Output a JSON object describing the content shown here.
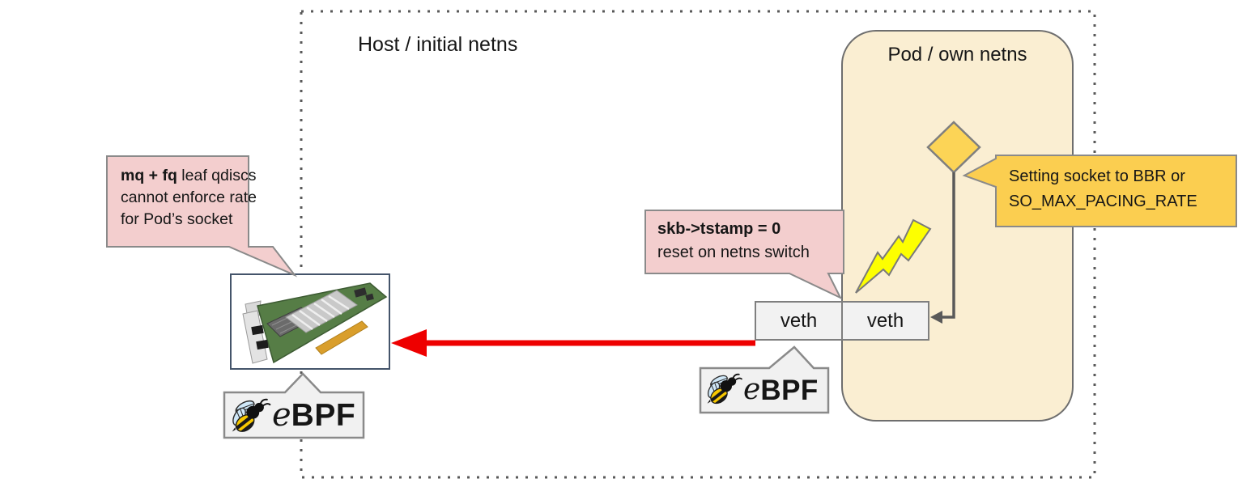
{
  "host": {
    "label": "Host / initial netns"
  },
  "pod": {
    "label": "Pod / own netns"
  },
  "veth_host": {
    "label": "veth"
  },
  "veth_pod": {
    "label": "veth"
  },
  "callout_qdisc": {
    "bold": "mq + fq",
    "rest": " leaf qdiscs",
    "line2": "cannot enforce rate",
    "line3": "for Pod’s socket"
  },
  "callout_tstamp": {
    "bold": "skb->tstamp = 0",
    "line2": "reset on netns switch"
  },
  "callout_pacing": {
    "line1": "Setting socket to BBR or",
    "line2": "SO_MAX_PACING_RATE"
  },
  "ebpf": {
    "e": "e",
    "bpf": "BPF"
  },
  "colors": {
    "pod_fill": "#FAEED2",
    "pod_border": "#6E6E6E",
    "gold_fill": "#FBCE50",
    "pink_fill": "#F3CECE",
    "callout_border": "#8A8A8A",
    "lightning_yellow": "#FDFF00",
    "packet_arrow_red": "#EE0000",
    "veth_fill": "#F2F2F2",
    "nic_border": "#44546A",
    "boundary_dots": "#595959",
    "diamond_fill": "#FCD456"
  }
}
